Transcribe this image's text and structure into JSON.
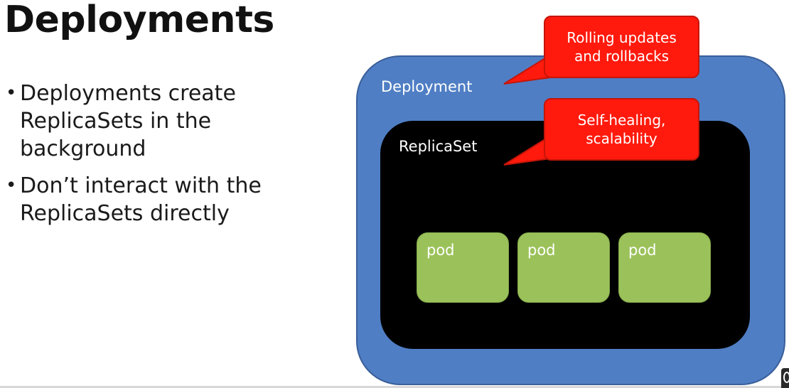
{
  "slide": {
    "title": "Deployments"
  },
  "bullets": [
    {
      "text": "Deployments create ReplicaSets in the background"
    },
    {
      "text": "Don’t interact with the ReplicaSets directly"
    }
  ],
  "bullet_symbol": "•",
  "diagram": {
    "deployment_label": "Deployment",
    "replicaset_label": "ReplicaSet",
    "pods": [
      {
        "label": "pod"
      },
      {
        "label": "pod"
      },
      {
        "label": "pod"
      }
    ],
    "callouts": [
      {
        "line1": "Rolling updates",
        "line2": "and rollbacks"
      },
      {
        "line1": "Self-healing,",
        "line2": "scalability"
      }
    ]
  },
  "colors": {
    "deployment": "#4f7ec4",
    "replicaset": "#000000",
    "pod": "#9bc25a",
    "callout": "#ff1a0d"
  },
  "icons": {
    "corner": "player-control-icon"
  }
}
